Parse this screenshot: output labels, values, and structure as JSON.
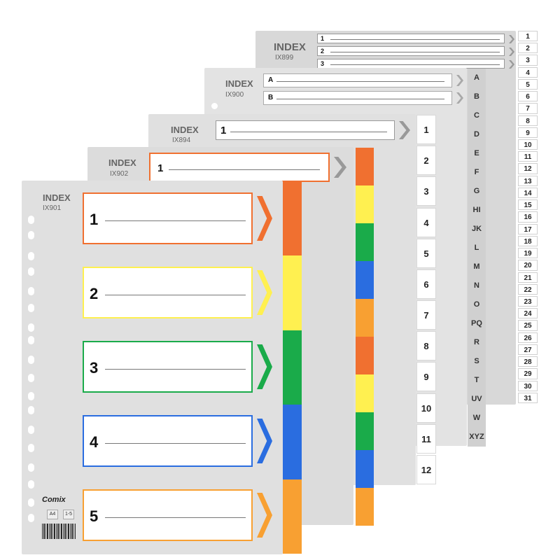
{
  "sheets": {
    "ix899": {
      "title": "INDEX",
      "code": "IX899",
      "rows": [
        "1",
        "2",
        "3"
      ],
      "tabs": [
        "1",
        "2",
        "3",
        "4",
        "5",
        "6",
        "7",
        "8",
        "9",
        "10",
        "11",
        "12",
        "13",
        "14",
        "15",
        "16",
        "17",
        "18",
        "19",
        "20",
        "21",
        "22",
        "23",
        "24",
        "25",
        "26",
        "27",
        "28",
        "29",
        "30",
        "31"
      ]
    },
    "ix900": {
      "title": "INDEX",
      "code": "IX900",
      "rows": [
        "A",
        "B"
      ],
      "tabs": [
        "A",
        "B",
        "C",
        "D",
        "E",
        "F",
        "G",
        "HI",
        "JK",
        "L",
        "M",
        "N",
        "O",
        "PQ",
        "R",
        "S",
        "T",
        "UV",
        "W",
        "XYZ"
      ]
    },
    "ix894": {
      "title": "INDEX",
      "code": "IX894",
      "rows": [
        "1"
      ],
      "tabs": [
        "1",
        "2",
        "3",
        "4",
        "5",
        "6",
        "7",
        "8",
        "9",
        "10",
        "11",
        "12"
      ]
    },
    "ix902": {
      "title": "INDEX",
      "code": "IX902",
      "rows": [
        "1"
      ]
    },
    "ix901": {
      "title": "INDEX",
      "code": "IX901",
      "rows": [
        "1",
        "2",
        "3",
        "4",
        "5"
      ],
      "brand": "Comix",
      "size_label": "A4",
      "range_label": "1-5"
    }
  },
  "colors": {
    "orange": "#f07030",
    "yellow": "#fff050",
    "green": "#1aab4a",
    "blue": "#2a6de0",
    "amber": "#f8a032",
    "grey_sheet": "#e2e2e2",
    "grey_header": "#cfcfcf"
  }
}
